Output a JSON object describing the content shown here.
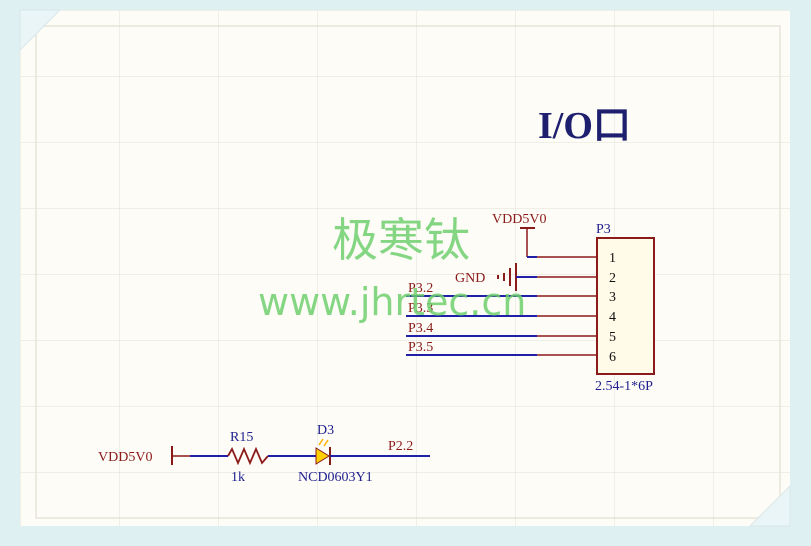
{
  "title": "I/O口",
  "watermark": {
    "cn": "极寒钛",
    "url": "www.jhrtec.cn",
    "color": "#6fcf6f"
  },
  "colors": {
    "wire": "#1f1fa8",
    "power": "#8b1a1a",
    "label": "#1f1f8f",
    "component": "#8b1a1a",
    "paper": "#fdfcf6",
    "grid": "#e4e2d8",
    "led": "#ffd000"
  },
  "connector": {
    "designator": "P3",
    "footprint": "2.54-1*6P",
    "pins": [
      "1",
      "2",
      "3",
      "4",
      "5",
      "6"
    ]
  },
  "nets": {
    "vdd_top": "VDD5V0",
    "gnd": "GND",
    "p32": "P3.2",
    "p33": "P3.3",
    "p34": "P3.4",
    "p35": "P3.5",
    "vdd_bottom": "VDD5V0",
    "p22": "P2.2"
  },
  "resistor": {
    "designator": "R15",
    "value": "1k"
  },
  "led": {
    "designator": "D3",
    "part": "NCD0603Y1"
  }
}
